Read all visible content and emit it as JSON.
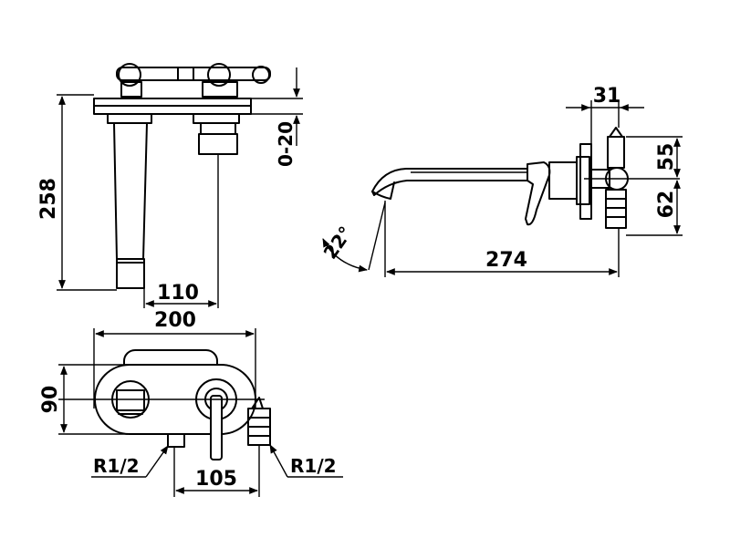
{
  "dimensions": {
    "height_total": "258",
    "adjust_range": "0-20",
    "spout_to_handle": "110",
    "plate_width": "200",
    "plate_height": "90",
    "connection_spacing": "105",
    "thread_left": "R1/2",
    "thread_right": "R1/2",
    "projection": "274",
    "depth": "31",
    "upper_offset": "55",
    "lower_offset": "62",
    "spout_angle": "22°"
  }
}
